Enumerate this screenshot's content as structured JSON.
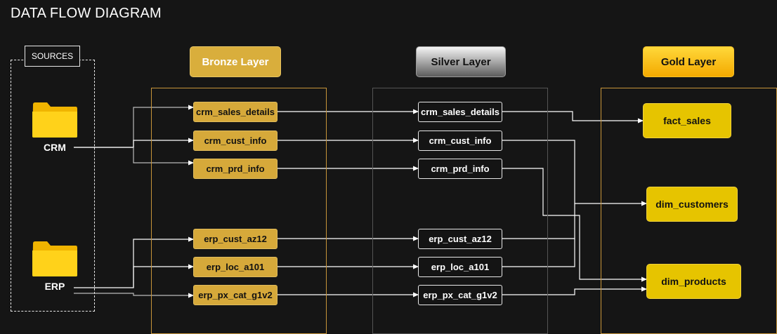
{
  "title": "DATA FLOW DIAGRAM",
  "sources": {
    "label": "SOURCES",
    "items": [
      {
        "name": "CRM",
        "icon": "folder-icon"
      },
      {
        "name": "ERP",
        "icon": "folder-icon"
      }
    ]
  },
  "layers": {
    "bronze": {
      "title": "Bronze Layer",
      "color": "#d9ae3c",
      "tables": [
        "crm_sales_details",
        "crm_cust_info",
        "crm_prd_info",
        "erp_cust_az12",
        "erp_loc_a101",
        "erp_px_cat_g1v2"
      ]
    },
    "silver": {
      "title": "Silver Layer",
      "color": "#e8e8e8",
      "tables": [
        "crm_sales_details",
        "crm_cust_info",
        "crm_prd_info",
        "erp_cust_az12",
        "erp_loc_a101",
        "erp_px_cat_g1v2"
      ]
    },
    "gold": {
      "title": "Gold Layer",
      "color": "#e6c400",
      "tables": [
        "fact_sales",
        "dim_customers",
        "dim_products"
      ]
    }
  },
  "flows": [
    {
      "from": "CRM",
      "to": "bronze.crm_sales_details"
    },
    {
      "from": "CRM",
      "to": "bronze.crm_cust_info"
    },
    {
      "from": "CRM",
      "to": "bronze.crm_prd_info"
    },
    {
      "from": "ERP",
      "to": "bronze.erp_cust_az12"
    },
    {
      "from": "ERP",
      "to": "bronze.erp_loc_a101"
    },
    {
      "from": "ERP",
      "to": "bronze.erp_px_cat_g1v2"
    },
    {
      "from": "bronze.crm_sales_details",
      "to": "silver.crm_sales_details"
    },
    {
      "from": "bronze.crm_cust_info",
      "to": "silver.crm_cust_info"
    },
    {
      "from": "bronze.crm_prd_info",
      "to": "silver.crm_prd_info"
    },
    {
      "from": "bronze.erp_cust_az12",
      "to": "silver.erp_cust_az12"
    },
    {
      "from": "bronze.erp_loc_a101",
      "to": "silver.erp_loc_a101"
    },
    {
      "from": "bronze.erp_px_cat_g1v2",
      "to": "silver.erp_px_cat_g1v2"
    },
    {
      "from": "silver.crm_sales_details",
      "to": "gold.fact_sales"
    },
    {
      "from": "silver.crm_cust_info",
      "to": "gold.dim_customers"
    },
    {
      "from": "silver.erp_cust_az12",
      "to": "gold.dim_customers"
    },
    {
      "from": "silver.erp_loc_a101",
      "to": "gold.dim_customers"
    },
    {
      "from": "silver.crm_prd_info",
      "to": "gold.dim_products"
    },
    {
      "from": "silver.erp_px_cat_g1v2",
      "to": "gold.dim_products"
    }
  ]
}
